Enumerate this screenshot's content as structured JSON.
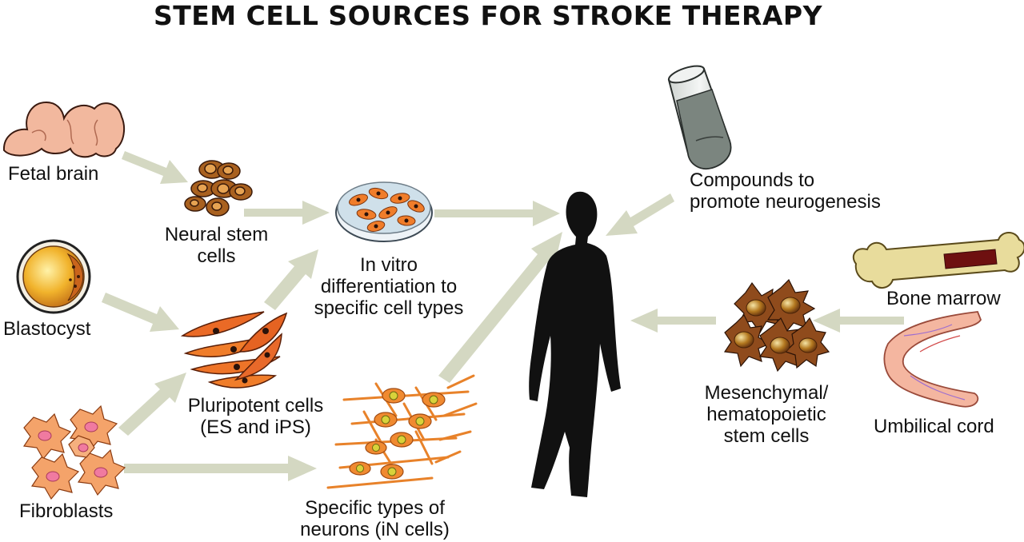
{
  "title": "STEM CELL SOURCES FOR STROKE THERAPY",
  "labels": {
    "fetal_brain": "Fetal brain",
    "neural_stem_1": "Neural stem",
    "neural_stem_2": "cells",
    "blastocyst": "Blastocyst",
    "fibroblasts": "Fibroblasts",
    "in_vitro_1": "In vitro",
    "in_vitro_2": "differentiation to",
    "in_vitro_3": "specific cell types",
    "pluripotent_1": "Pluripotent cells",
    "pluripotent_2": "(ES and iPS)",
    "neurons_1": "Specific types of",
    "neurons_2": "neurons (iN cells)",
    "compounds_1": "Compounds to",
    "compounds_2": "promote neurogenesis",
    "bone_marrow": "Bone marrow",
    "umbilical_cord": "Umbilical cord",
    "mesenchymal_1": "Mesenchymal/",
    "mesenchymal_2": "hematopoietic",
    "mesenchymal_3": "stem cells"
  },
  "colors": {
    "arrow": "#d4d8c2",
    "brain": "#f2b89e",
    "neural_cell": "#a9611f",
    "orange_cell": "#f07d2a",
    "nucleus_dark": "#2a120a",
    "neuron_nucleus": "#d8d23a",
    "mesenchymal_cell": "#8f4b1c",
    "bone": "#e8dc9c",
    "marrow": "#6e1010",
    "cord": "#f4b6a0",
    "fibroblast": "#f4a36a",
    "fibroblast_nucleus": "#f07aa0",
    "silhouette": "#111111",
    "tube_liquid": "#7b857f"
  }
}
